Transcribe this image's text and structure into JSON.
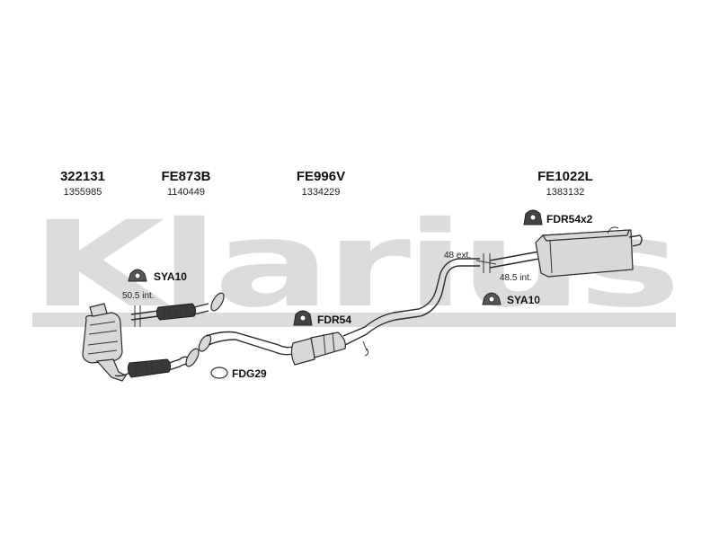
{
  "watermark": {
    "text": "Klarius"
  },
  "parts": [
    {
      "code": "322131",
      "number": "1355985"
    },
    {
      "code": "FE873B",
      "number": "1140449"
    },
    {
      "code": "FE996V",
      "number": "1334229"
    },
    {
      "code": "FE1022L",
      "number": "1383132"
    }
  ],
  "callouts": {
    "sya10_front": "SYA10",
    "fdg29": "FDG29",
    "fdr54": "FDR54",
    "fdr54x2": "FDR54x2",
    "sya10_rear": "SYA10"
  },
  "dimensions": {
    "int_front": "50.5 int.",
    "ext_rear": "48 ext.",
    "int_rear": "48.5 int."
  },
  "icons": {
    "clamp": "clamp-icon",
    "gasket": "gasket-icon",
    "rubber_hanger": "rubber-hanger-icon"
  }
}
